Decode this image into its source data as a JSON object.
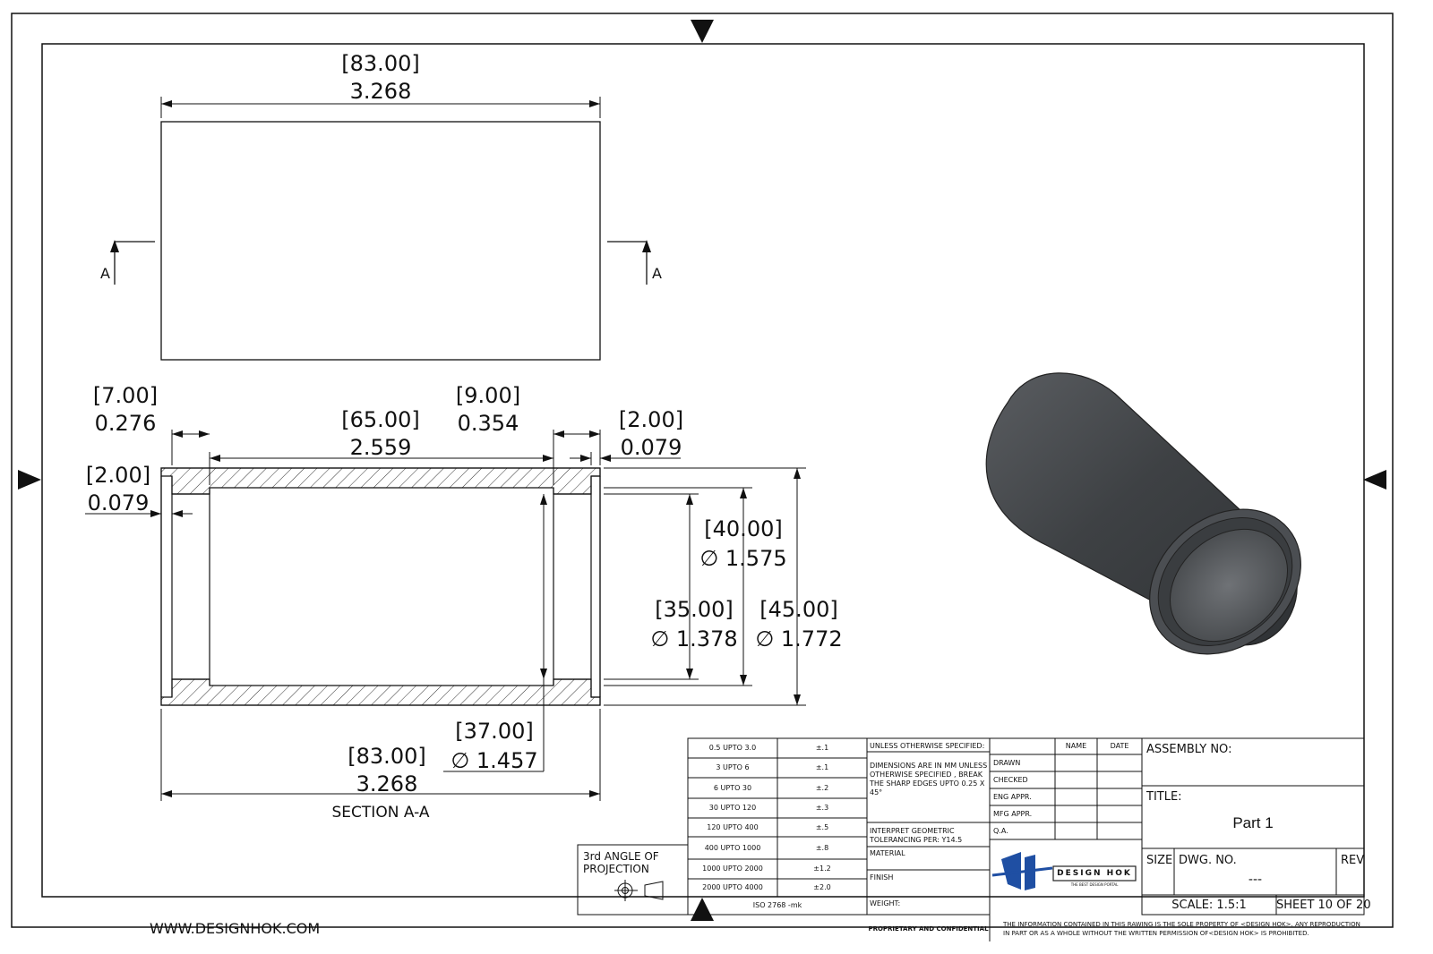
{
  "top_view": {
    "length_mm": "[83.00]",
    "length_in": "3.268",
    "section_marker": "A"
  },
  "section_view": {
    "title": "SECTION A-A",
    "dims": {
      "left_counterbore_depth": {
        "mm": "[7.00]",
        "in": "0.276"
      },
      "bore_length": {
        "mm": "[65.00]",
        "in": "2.559"
      },
      "right_counterbore_depth": {
        "mm": "[9.00]",
        "in": "0.354"
      },
      "right_step": {
        "mm": "[2.00]",
        "in": "0.079"
      },
      "left_step": {
        "mm": "[2.00]",
        "in": "0.079"
      },
      "counterbore_dia": {
        "mm": "[40.00]",
        "in": "∅ 1.575"
      },
      "bore_dia": {
        "mm": "[35.00]",
        "in": "∅ 1.378"
      },
      "outer_dia": {
        "mm": "[45.00]",
        "in": "∅ 1.772"
      },
      "inner_recess_dia": {
        "mm": "[37.00]",
        "in": "∅ 1.457"
      },
      "overall_length": {
        "mm": "[83.00]",
        "in": "3.268"
      }
    }
  },
  "tolerance_table": {
    "rows": [
      {
        "range": "0.5 UPTO 3.0",
        "tol": "±.1"
      },
      {
        "range": "3 UPTO 6",
        "tol": "±.1"
      },
      {
        "range": "6 UPTO 30",
        "tol": "±.2"
      },
      {
        "range": "30 UPTO 120",
        "tol": "±.3"
      },
      {
        "range": "120 UPTO 400",
        "tol": "±.5"
      },
      {
        "range": "400 UPTO 1000",
        "tol": "±.8"
      },
      {
        "range": "1000 UPTO 2000",
        "tol": "±1.2"
      },
      {
        "range": "2000 UPTO 4000",
        "tol": "±2.0"
      }
    ],
    "standard": "ISO 2768 -mk"
  },
  "projection": {
    "label_line1": "3rd ANGLE OF",
    "label_line2": "PROJECTION"
  },
  "notes": {
    "unless": "UNLESS OTHERWISE SPECIFIED:",
    "dimensions": "DIMENSIONS ARE IN MM UNLESS OTHERWISE SPECIFIED , BREAK THE SHARP EDGES UPTO 0.25 X 45°",
    "interpret": "INTERPRET GEOMETRIC TOLERANCING PER: Y14.5",
    "material": "MATERIAL",
    "finish": "FINISH",
    "weight": "WEIGHT:"
  },
  "approvals": {
    "name_header": "NAME",
    "date_header": "DATE",
    "rows": [
      "DRAWN",
      "CHECKED",
      "ENG APPR.",
      "MFG APPR.",
      "Q.A."
    ]
  },
  "title_block": {
    "assembly_label": "ASSEMBLY NO:",
    "title_label": "TITLE:",
    "title_value": "Part 1",
    "size_label": "SIZE",
    "dwg_label": "DWG.  NO.",
    "dwg_value": "---",
    "rev_label": "REV",
    "scale": "SCALE: 1.5:1",
    "sheet": "SHEET 10 OF 20"
  },
  "logo": {
    "name": "DESIGN HOK",
    "tagline": "THE BEST DESIGN PORTAL"
  },
  "footer": {
    "website": "WWW.DESIGNHOK.COM",
    "proprietary": "PROPRIETARY AND CONFIDENTIAL",
    "notice_line1": "THE INFORMATION CONTAINED IN THIS RAWING IS THE SOLE PROPERTY OF <DESIGN HOK>.  ANY REPRODUCTION",
    "notice_line2": "IN PART OR AS A WHOLE WITHOUT THE WRITTEN PERMISSION OF<DESIGN HOK> IS PROHIBITED."
  },
  "colors": {
    "line": "#111111",
    "part_dark": "#3a3d40",
    "part_light": "#6d7073",
    "logo_blue": "#1f4fa3"
  }
}
